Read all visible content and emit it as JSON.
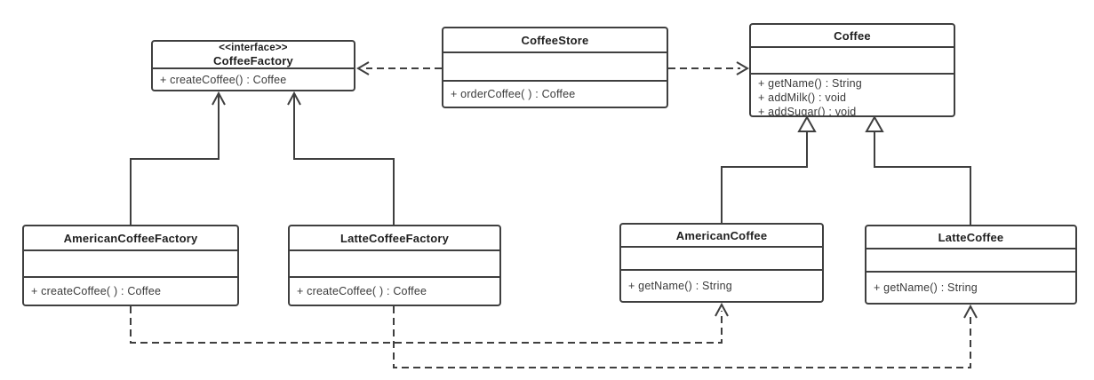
{
  "diagram": {
    "kind": "uml-class-diagram",
    "colors": {
      "line": "#3f3f3f",
      "box_fill": "#ffffff",
      "background": "#ffffff",
      "title_text": "#1f1f1f",
      "member_text": "#3a3a3a"
    }
  },
  "classes": {
    "coffee_factory": {
      "stereotype": "<<interface>>",
      "name": "CoffeeFactory",
      "methods": [
        "+ createCoffee() : Coffee"
      ]
    },
    "coffee_store": {
      "name": "CoffeeStore",
      "methods": [
        "+ orderCoffee( ) : Coffee"
      ]
    },
    "coffee": {
      "name": "Coffee",
      "methods": [
        "+ getName() : String",
        "+ addMilk() : void",
        "+ addSugar() : void"
      ]
    },
    "american_coffee_factory": {
      "name": "AmericanCoffeeFactory",
      "methods": [
        "+ createCoffee( ) : Coffee"
      ]
    },
    "latte_coffee_factory": {
      "name": "LatteCoffeeFactory",
      "methods": [
        "+ createCoffee( ) : Coffee"
      ]
    },
    "american_coffee": {
      "name": "AmericanCoffee",
      "methods": [
        "+ getName() : String"
      ]
    },
    "latte_coffee": {
      "name": "LatteCoffee",
      "methods": [
        "+ getName() : String"
      ]
    }
  },
  "relationships": [
    {
      "from": "CoffeeStore",
      "to": "CoffeeFactory",
      "type": "dependency",
      "line": "dashed",
      "arrowhead": "open"
    },
    {
      "from": "CoffeeStore",
      "to": "Coffee",
      "type": "dependency",
      "line": "dashed",
      "arrowhead": "open"
    },
    {
      "from": "AmericanCoffeeFactory",
      "to": "CoffeeFactory",
      "type": "realization",
      "line": "solid",
      "arrowhead": "open"
    },
    {
      "from": "LatteCoffeeFactory",
      "to": "CoffeeFactory",
      "type": "realization",
      "line": "solid",
      "arrowhead": "open"
    },
    {
      "from": "AmericanCoffee",
      "to": "Coffee",
      "type": "generalization",
      "line": "solid",
      "arrowhead": "hollow-triangle"
    },
    {
      "from": "LatteCoffee",
      "to": "Coffee",
      "type": "generalization",
      "line": "solid",
      "arrowhead": "hollow-triangle"
    },
    {
      "from": "AmericanCoffeeFactory",
      "to": "AmericanCoffee",
      "type": "dependency",
      "line": "dashed",
      "arrowhead": "open"
    },
    {
      "from": "LatteCoffeeFactory",
      "to": "LatteCoffee",
      "type": "dependency",
      "line": "dashed",
      "arrowhead": "open"
    }
  ]
}
